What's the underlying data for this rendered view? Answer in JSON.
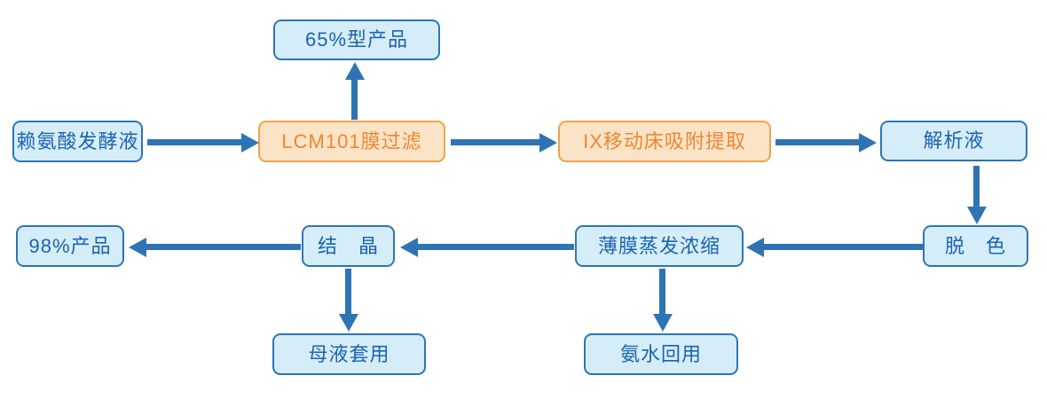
{
  "diagram": {
    "type": "flowchart",
    "background": "#FFFFFF",
    "nodes": {
      "fermentation_broth": {
        "label": "赖氨酸发酵液",
        "style": "blue"
      },
      "product_65": {
        "label": "65%型产品",
        "style": "blue"
      },
      "membrane_filtration": {
        "label": "LCM101膜过滤",
        "style": "orange"
      },
      "ix_extraction": {
        "label": "IX移动床吸附提取",
        "style": "orange"
      },
      "desorption_solution": {
        "label": "解析液",
        "style": "blue"
      },
      "decolorization": {
        "label": "脱　色",
        "style": "blue"
      },
      "film_evaporation": {
        "label": "薄膜蒸发浓缩",
        "style": "blue"
      },
      "crystallization": {
        "label": "结　晶",
        "style": "blue"
      },
      "product_98": {
        "label": "98%产品",
        "style": "blue"
      },
      "mother_liquor": {
        "label": "母液套用",
        "style": "blue"
      },
      "ammonia_reuse": {
        "label": "氨水回用",
        "style": "blue"
      }
    },
    "edges": [
      {
        "from": "fermentation_broth",
        "to": "membrane_filtration",
        "direction": "right"
      },
      {
        "from": "membrane_filtration",
        "to": "product_65",
        "direction": "up"
      },
      {
        "from": "membrane_filtration",
        "to": "ix_extraction",
        "direction": "right"
      },
      {
        "from": "ix_extraction",
        "to": "desorption_solution",
        "direction": "right"
      },
      {
        "from": "desorption_solution",
        "to": "decolorization",
        "direction": "down"
      },
      {
        "from": "decolorization",
        "to": "film_evaporation",
        "direction": "left"
      },
      {
        "from": "film_evaporation",
        "to": "crystallization",
        "direction": "left"
      },
      {
        "from": "crystallization",
        "to": "product_98",
        "direction": "left"
      },
      {
        "from": "crystallization",
        "to": "mother_liquor",
        "direction": "down"
      },
      {
        "from": "film_evaporation",
        "to": "ammonia_reuse",
        "direction": "down"
      }
    ],
    "colors": {
      "node_fill_blue": "#D5EDF9",
      "node_border_blue": "#2E75B6",
      "node_text_blue": "#1C63B2",
      "node_fill_orange": "#FBE3C6",
      "node_border_orange": "#F0A24A",
      "node_text_orange": "#ED8733",
      "arrow": "#2E74B5"
    }
  }
}
